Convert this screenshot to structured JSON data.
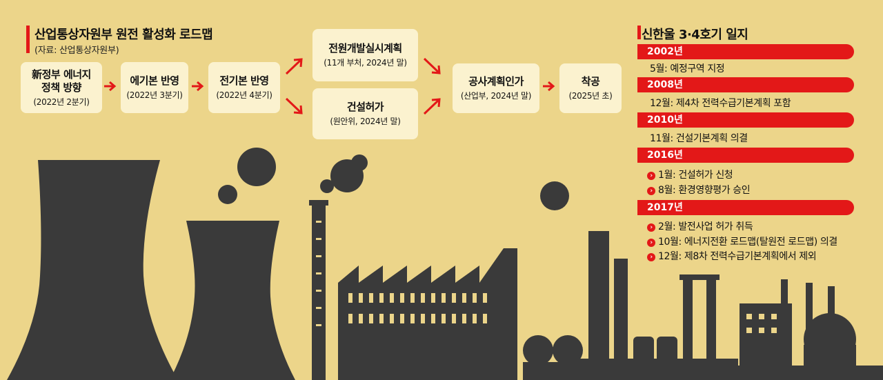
{
  "title": "산업통상자원부 원전 활성화 로드맵",
  "source": "(자료: 산업통상자원부)",
  "flow": {
    "step1": {
      "main": "新정부 에너지\n정책 방향",
      "sub": "(2022년 2분기)"
    },
    "step2": {
      "main": "에기본 반영",
      "sub": "(2022년 3분기)"
    },
    "step3": {
      "main": "전기본 반영",
      "sub": "(2022년 4분기)"
    },
    "step4a": {
      "main": "전원개발실시계획",
      "sub": "(11개 부처, 2024년 말)"
    },
    "step4b": {
      "main": "건설허가",
      "sub": "(원안위, 2024년 말)"
    },
    "step5": {
      "main": "공사계획인가",
      "sub": "(산업부, 2024년 말)"
    },
    "step6": {
      "main": "착공",
      "sub": "(2025년 초)"
    }
  },
  "timeline": {
    "title": "신한울 3·4호기 일지",
    "years": [
      {
        "year": "2002년",
        "events": [
          "5월: 예정구역 지정"
        ]
      },
      {
        "year": "2008년",
        "events": [
          "12월: 제4차 전력수급기본계획 포함"
        ]
      },
      {
        "year": "2010년",
        "events": [
          "11월: 건설기본계획 의결"
        ]
      },
      {
        "year": "2016년",
        "events": [
          "1월: 건설허가 신청",
          "8월: 환경영향평가 승인"
        ]
      },
      {
        "year": "2017년",
        "events": [
          "2월: 발전사업 허가 취득",
          "10월: 에너지전환 로드맵(탈원전 로드맵) 의결",
          "12월: 제8차 전력수급기본계획에서 제외"
        ]
      }
    ]
  },
  "colors": {
    "background": "#ecd58a",
    "box": "#fbf2cf",
    "accent": "#e31818",
    "silhouette": "#3a3a3a"
  },
  "icons": {
    "arrow": "red-arrow-icon",
    "bullet": "chevron-bullet-icon"
  }
}
